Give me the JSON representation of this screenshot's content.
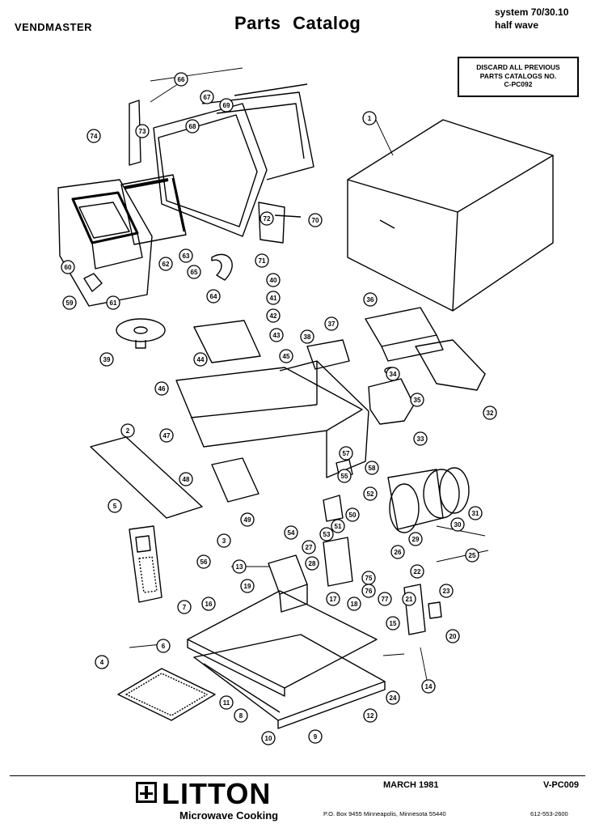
{
  "header": {
    "brand": "VENDMASTER",
    "title": "Parts  Catalog",
    "system_line1": "system 70/30.10",
    "system_line2": "half wave",
    "notice": [
      "DISCARD ALL PREVIOUS",
      "PARTS CATALOGS NO.",
      "C-PC092"
    ]
  },
  "callouts": [
    {
      "n": "1"
    },
    {
      "n": "2"
    },
    {
      "n": "3"
    },
    {
      "n": "4"
    },
    {
      "n": "5"
    },
    {
      "n": "6"
    },
    {
      "n": "7"
    },
    {
      "n": "8"
    },
    {
      "n": "9"
    },
    {
      "n": "10"
    },
    {
      "n": "11"
    },
    {
      "n": "12"
    },
    {
      "n": "13"
    },
    {
      "n": "14"
    },
    {
      "n": "15"
    },
    {
      "n": "16"
    },
    {
      "n": "17"
    },
    {
      "n": "18"
    },
    {
      "n": "19"
    },
    {
      "n": "20"
    },
    {
      "n": "21"
    },
    {
      "n": "22"
    },
    {
      "n": "23"
    },
    {
      "n": "24"
    },
    {
      "n": "25"
    },
    {
      "n": "26"
    },
    {
      "n": "27"
    },
    {
      "n": "28"
    },
    {
      "n": "29"
    },
    {
      "n": "30"
    },
    {
      "n": "31"
    },
    {
      "n": "32"
    },
    {
      "n": "33"
    },
    {
      "n": "34"
    },
    {
      "n": "35"
    },
    {
      "n": "36"
    },
    {
      "n": "37"
    },
    {
      "n": "38"
    },
    {
      "n": "39"
    },
    {
      "n": "40"
    },
    {
      "n": "41"
    },
    {
      "n": "42"
    },
    {
      "n": "43"
    },
    {
      "n": "44"
    },
    {
      "n": "45"
    },
    {
      "n": "46"
    },
    {
      "n": "47"
    },
    {
      "n": "48"
    },
    {
      "n": "49"
    },
    {
      "n": "50"
    },
    {
      "n": "51"
    },
    {
      "n": "52"
    },
    {
      "n": "53"
    },
    {
      "n": "54"
    },
    {
      "n": "55"
    },
    {
      "n": "56"
    },
    {
      "n": "57"
    },
    {
      "n": "58"
    },
    {
      "n": "59"
    },
    {
      "n": "60"
    },
    {
      "n": "61"
    },
    {
      "n": "62"
    },
    {
      "n": "63"
    },
    {
      "n": "64"
    },
    {
      "n": "65"
    },
    {
      "n": "66"
    },
    {
      "n": "67"
    },
    {
      "n": "68"
    },
    {
      "n": "69"
    },
    {
      "n": "70"
    },
    {
      "n": "71"
    },
    {
      "n": "72"
    },
    {
      "n": "73"
    },
    {
      "n": "74"
    },
    {
      "n": "75"
    },
    {
      "n": "76"
    },
    {
      "n": "77"
    }
  ],
  "footer": {
    "logo_text": "LITTON",
    "subtitle": "Microwave Cooking",
    "date": "MARCH 1981",
    "code": "V-PC009",
    "address": "P.O. Box 9455 Minneapolis, Minnesota 55440",
    "phone": "612-553-2600"
  }
}
